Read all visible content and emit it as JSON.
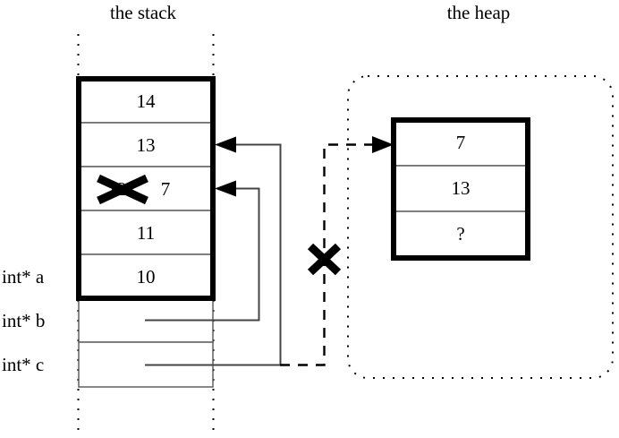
{
  "figure": {
    "type": "memory-diagram",
    "regions": [
      {
        "name": "stack",
        "title": "the stack"
      },
      {
        "name": "heap",
        "title": "the heap"
      }
    ]
  },
  "stack": {
    "title": "the stack",
    "array_cells": [
      {
        "index": 0,
        "value": "14",
        "struck": false
      },
      {
        "index": 1,
        "value": "13",
        "struck": false
      },
      {
        "index": 2,
        "value": "12",
        "struck": true,
        "replacement": "7"
      },
      {
        "index": 3,
        "value": "11",
        "struck": false
      },
      {
        "index": 4,
        "value": "10",
        "struck": false
      }
    ],
    "pointer_cells": [
      {
        "name": "a",
        "label": "int* a",
        "value": ""
      },
      {
        "name": "b",
        "label": "int* b",
        "value": ""
      },
      {
        "name": "c",
        "label": "int* c",
        "value": ""
      }
    ]
  },
  "heap": {
    "title": "the heap",
    "block_cells": [
      {
        "index": 0,
        "value": "7"
      },
      {
        "index": 1,
        "value": "13"
      },
      {
        "index": 2,
        "value": "?"
      }
    ]
  },
  "annotations": {
    "struck_value_mark": "X",
    "struck_pointer_mark": "X",
    "new_value": "7",
    "unknown_value": "?"
  },
  "pointers": [
    {
      "from": "b",
      "to": "stack-cell-2",
      "style": "solid",
      "arrow": true
    },
    {
      "from": "c",
      "to": "stack-cell-1",
      "style": "solid",
      "arrow": true
    },
    {
      "from": "c",
      "to": "heap-block",
      "style": "dashed",
      "arrow": true,
      "invalidated": true
    }
  ],
  "colors": {
    "stroke": "#000000",
    "background": "#ffffff",
    "cell_divider": "#555555"
  }
}
